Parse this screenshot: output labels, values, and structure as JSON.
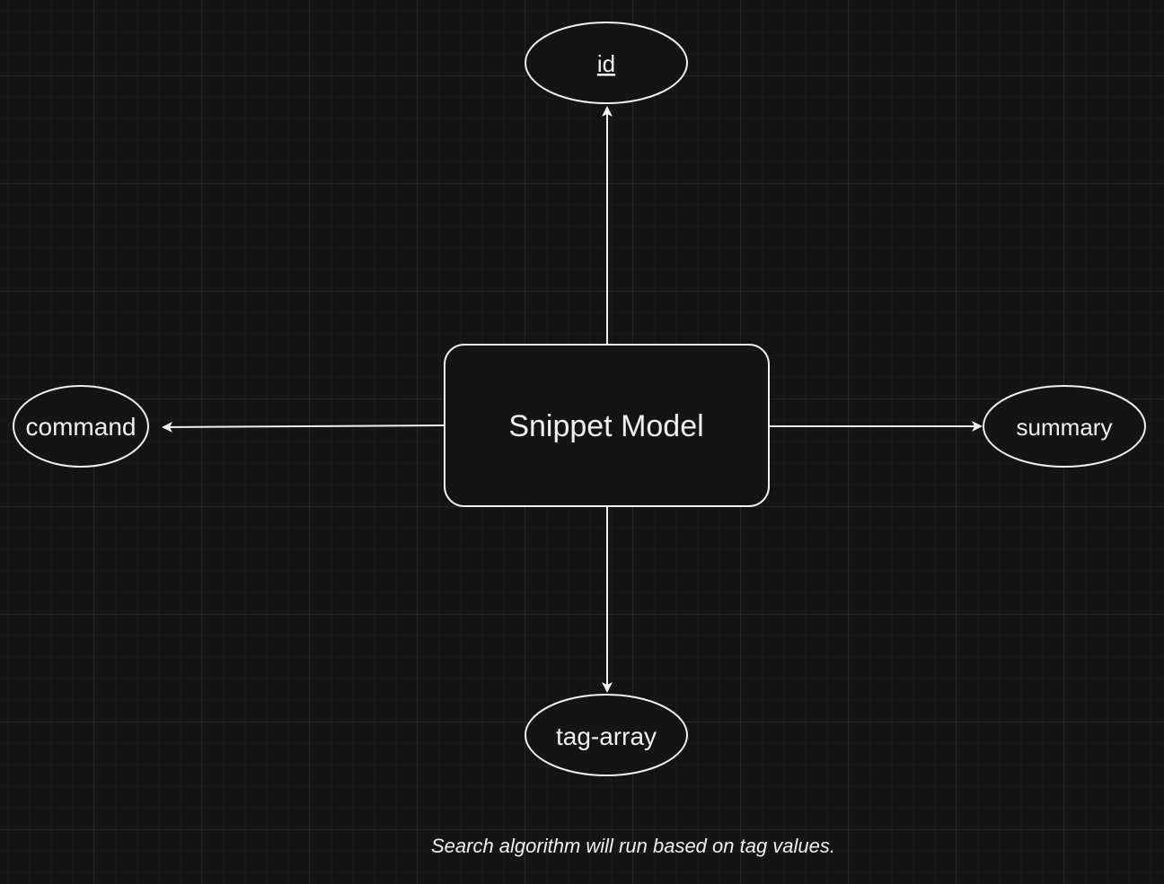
{
  "diagram": {
    "entity": {
      "label": "Snippet Model"
    },
    "attributes": {
      "id": {
        "label": "id",
        "primary_key": true
      },
      "command": {
        "label": "command"
      },
      "summary": {
        "label": "summary"
      },
      "tag_array": {
        "label": "tag-array"
      }
    },
    "edges": [
      {
        "from": "Snippet Model",
        "to": "id"
      },
      {
        "from": "Snippet Model",
        "to": "command"
      },
      {
        "from": "Snippet Model",
        "to": "summary"
      },
      {
        "from": "Snippet Model",
        "to": "tag-array"
      }
    ],
    "note": "Search algorithm will run based on tag values."
  },
  "colors": {
    "background": "#141414",
    "stroke": "#f0f0f0",
    "text": "#f0f0f0"
  }
}
